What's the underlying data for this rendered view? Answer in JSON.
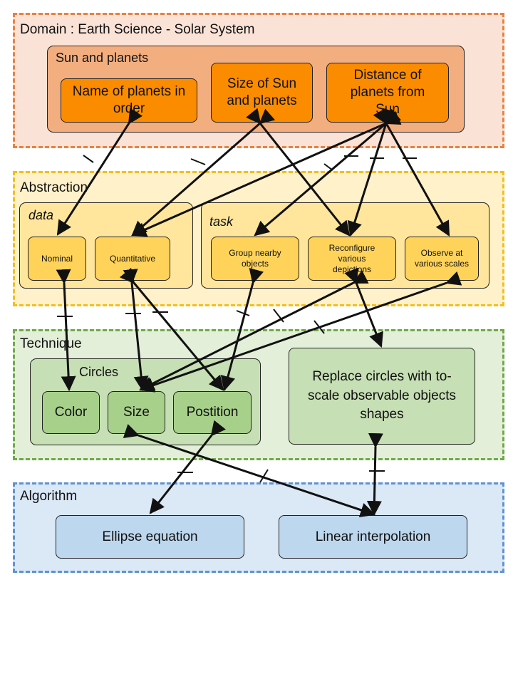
{
  "layers": {
    "domain": "Domain : Earth Science - Solar System",
    "abstraction": "Abstraction",
    "technique": "Technique",
    "algorithm": "Algorithm"
  },
  "groups": {
    "sun_and_planets": "Sun and planets",
    "data": "data",
    "task": "task",
    "circles": "Circles"
  },
  "nodes": {
    "name_of_planets": "Name of planets in order",
    "size_of_sun": "Size of Sun and planets",
    "distance": "Distance of planets from Sun",
    "nominal": "Nominal",
    "quantitative": "Quantitative",
    "group_nearby": "Group nearby objects",
    "reconfigure": "Reconfigure various depictions",
    "observe": "Observe at various scales",
    "color": "Color",
    "size": "Size",
    "position": "Postition",
    "replace": "Replace circles with to-scale observable objects shapes",
    "ellipse": "Ellipse equation",
    "linear": "Linear interpolation"
  },
  "colors": {
    "domain_border": "#e8823e",
    "abstraction_border": "#f2bf1c",
    "technique_border": "#6eaa46",
    "algorithm_border": "#5e93d1",
    "arrow": "#111111"
  }
}
